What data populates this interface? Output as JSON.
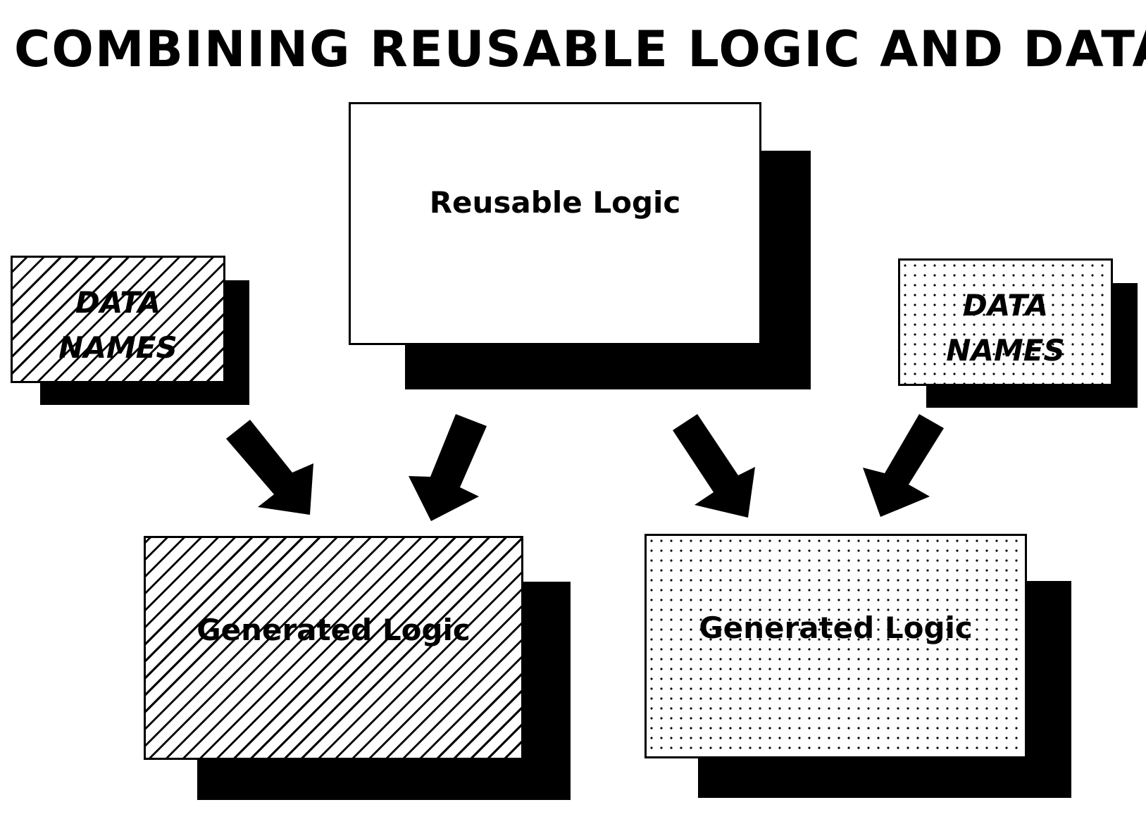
{
  "title": "COMBINING REUSABLE LOGIC AND DATA",
  "boxes": {
    "reusable_logic": {
      "label": "Reusable Logic",
      "fill": "plain"
    },
    "data_names_left": {
      "line1": "DATA",
      "line2": "NAMES",
      "fill": "diagonal-hatch"
    },
    "data_names_right": {
      "line1": "DATA",
      "line2": "NAMES",
      "fill": "dotted"
    },
    "generated_logic_left": {
      "label": "Generated Logic",
      "fill": "diagonal-hatch"
    },
    "generated_logic_right": {
      "label": "Generated Logic",
      "fill": "dotted"
    }
  },
  "arrows": [
    {
      "from": "data_names_left",
      "to": "generated_logic_left"
    },
    {
      "from": "reusable_logic",
      "to": "generated_logic_left"
    },
    {
      "from": "reusable_logic",
      "to": "generated_logic_right"
    },
    {
      "from": "data_names_right",
      "to": "generated_logic_right"
    }
  ],
  "colors": {
    "ink": "#000000",
    "paper": "#ffffff"
  }
}
